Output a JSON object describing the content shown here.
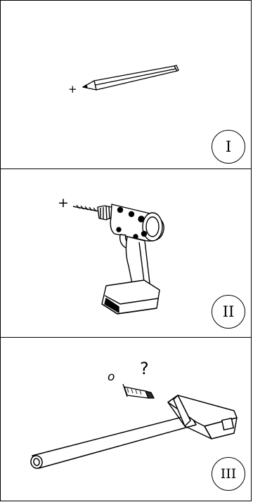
{
  "steps": [
    {
      "number": "I",
      "tool": "pencil"
    },
    {
      "number": "II",
      "tool": "drill"
    },
    {
      "number": "III",
      "tool": "hammer"
    }
  ],
  "marks": {
    "plus": "+",
    "question": "?",
    "hole": "o"
  },
  "colors": {
    "line": "#000000",
    "background": "#ffffff",
    "shade": "#2a2a2a"
  }
}
